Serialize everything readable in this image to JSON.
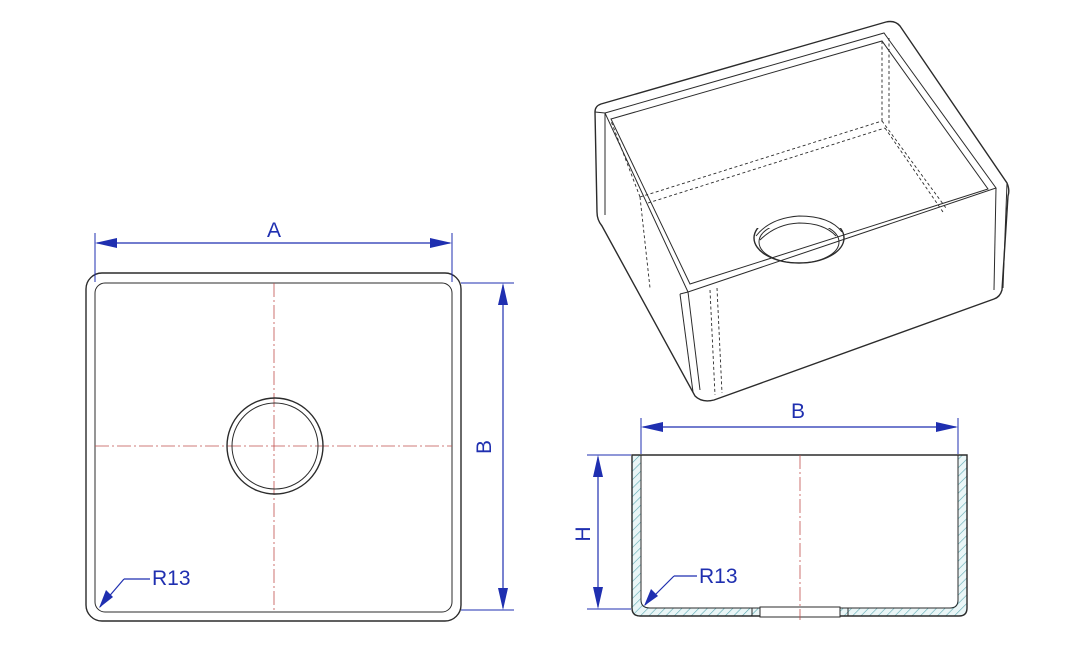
{
  "drawing": {
    "top_view": {
      "dim_width_label": "A",
      "dim_depth_label": "B",
      "radius_label": "R13"
    },
    "section_view": {
      "dim_width_label": "B",
      "dim_height_label": "H",
      "radius_label": "R13"
    },
    "colors": {
      "dimension": "#1f2fb0",
      "centerline": "#c0504d",
      "outline": "#2b2b2b",
      "hatch": "#5aa7b0"
    }
  }
}
